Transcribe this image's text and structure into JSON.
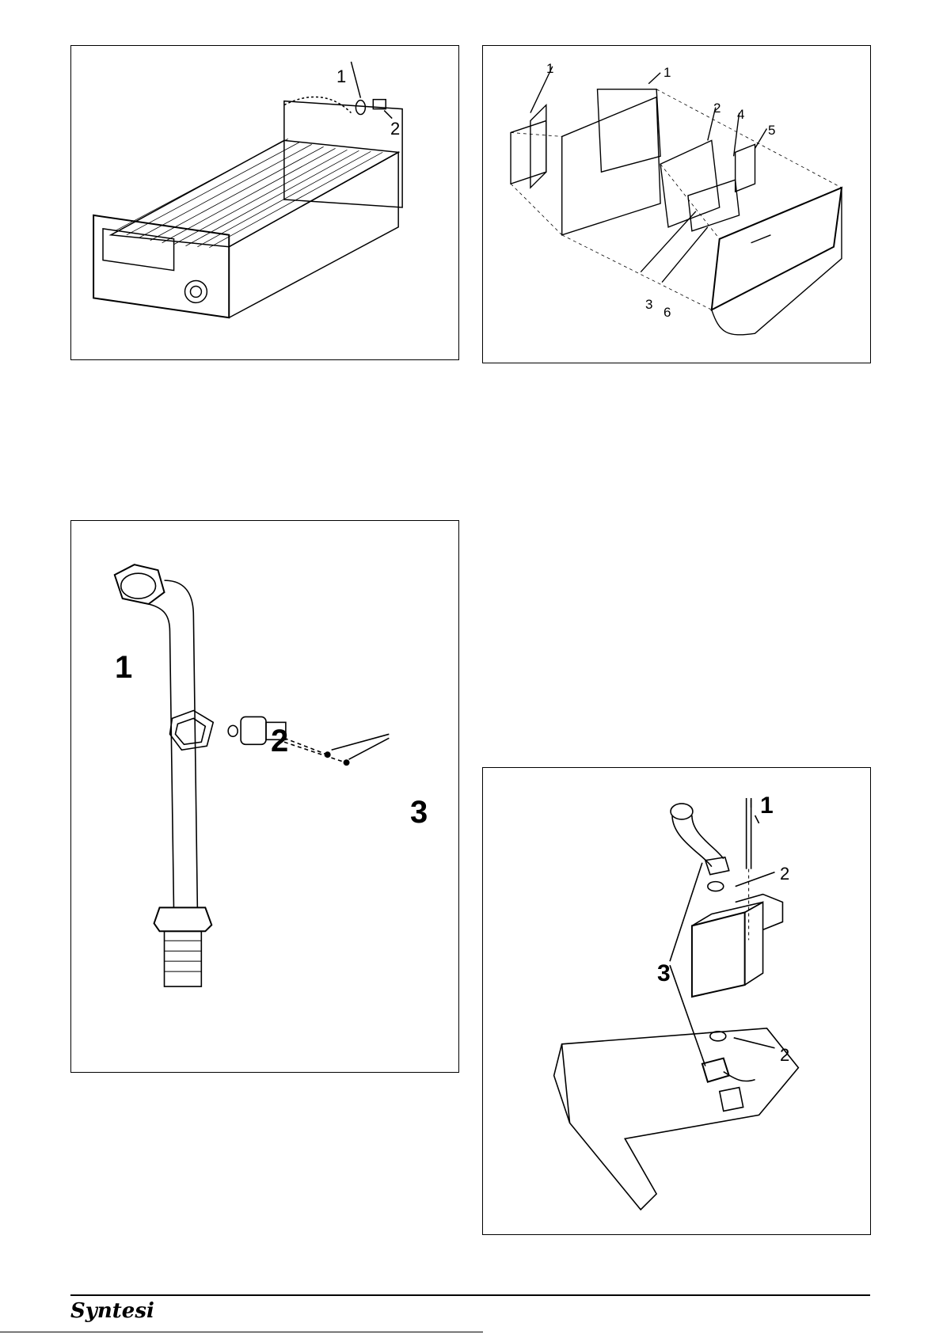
{
  "panels": {
    "heat_exchanger": {
      "callouts": {
        "c1": "1",
        "c2": "2"
      }
    },
    "control_panel": {
      "callouts": {
        "c1a": "1",
        "c1b": "1",
        "c2": "2",
        "c4": "4",
        "c5": "5",
        "c3": "3",
        "c6": "6"
      }
    },
    "pipe_pressure_switch": {
      "callouts": {
        "c1": "1",
        "c2": "2",
        "c3": "3"
      }
    },
    "solenoid_valve": {
      "callouts": {
        "c1": "1",
        "c2a": "2",
        "c3": "3",
        "c2b": "2"
      }
    }
  },
  "footer": {
    "brand": "Syntesi"
  }
}
